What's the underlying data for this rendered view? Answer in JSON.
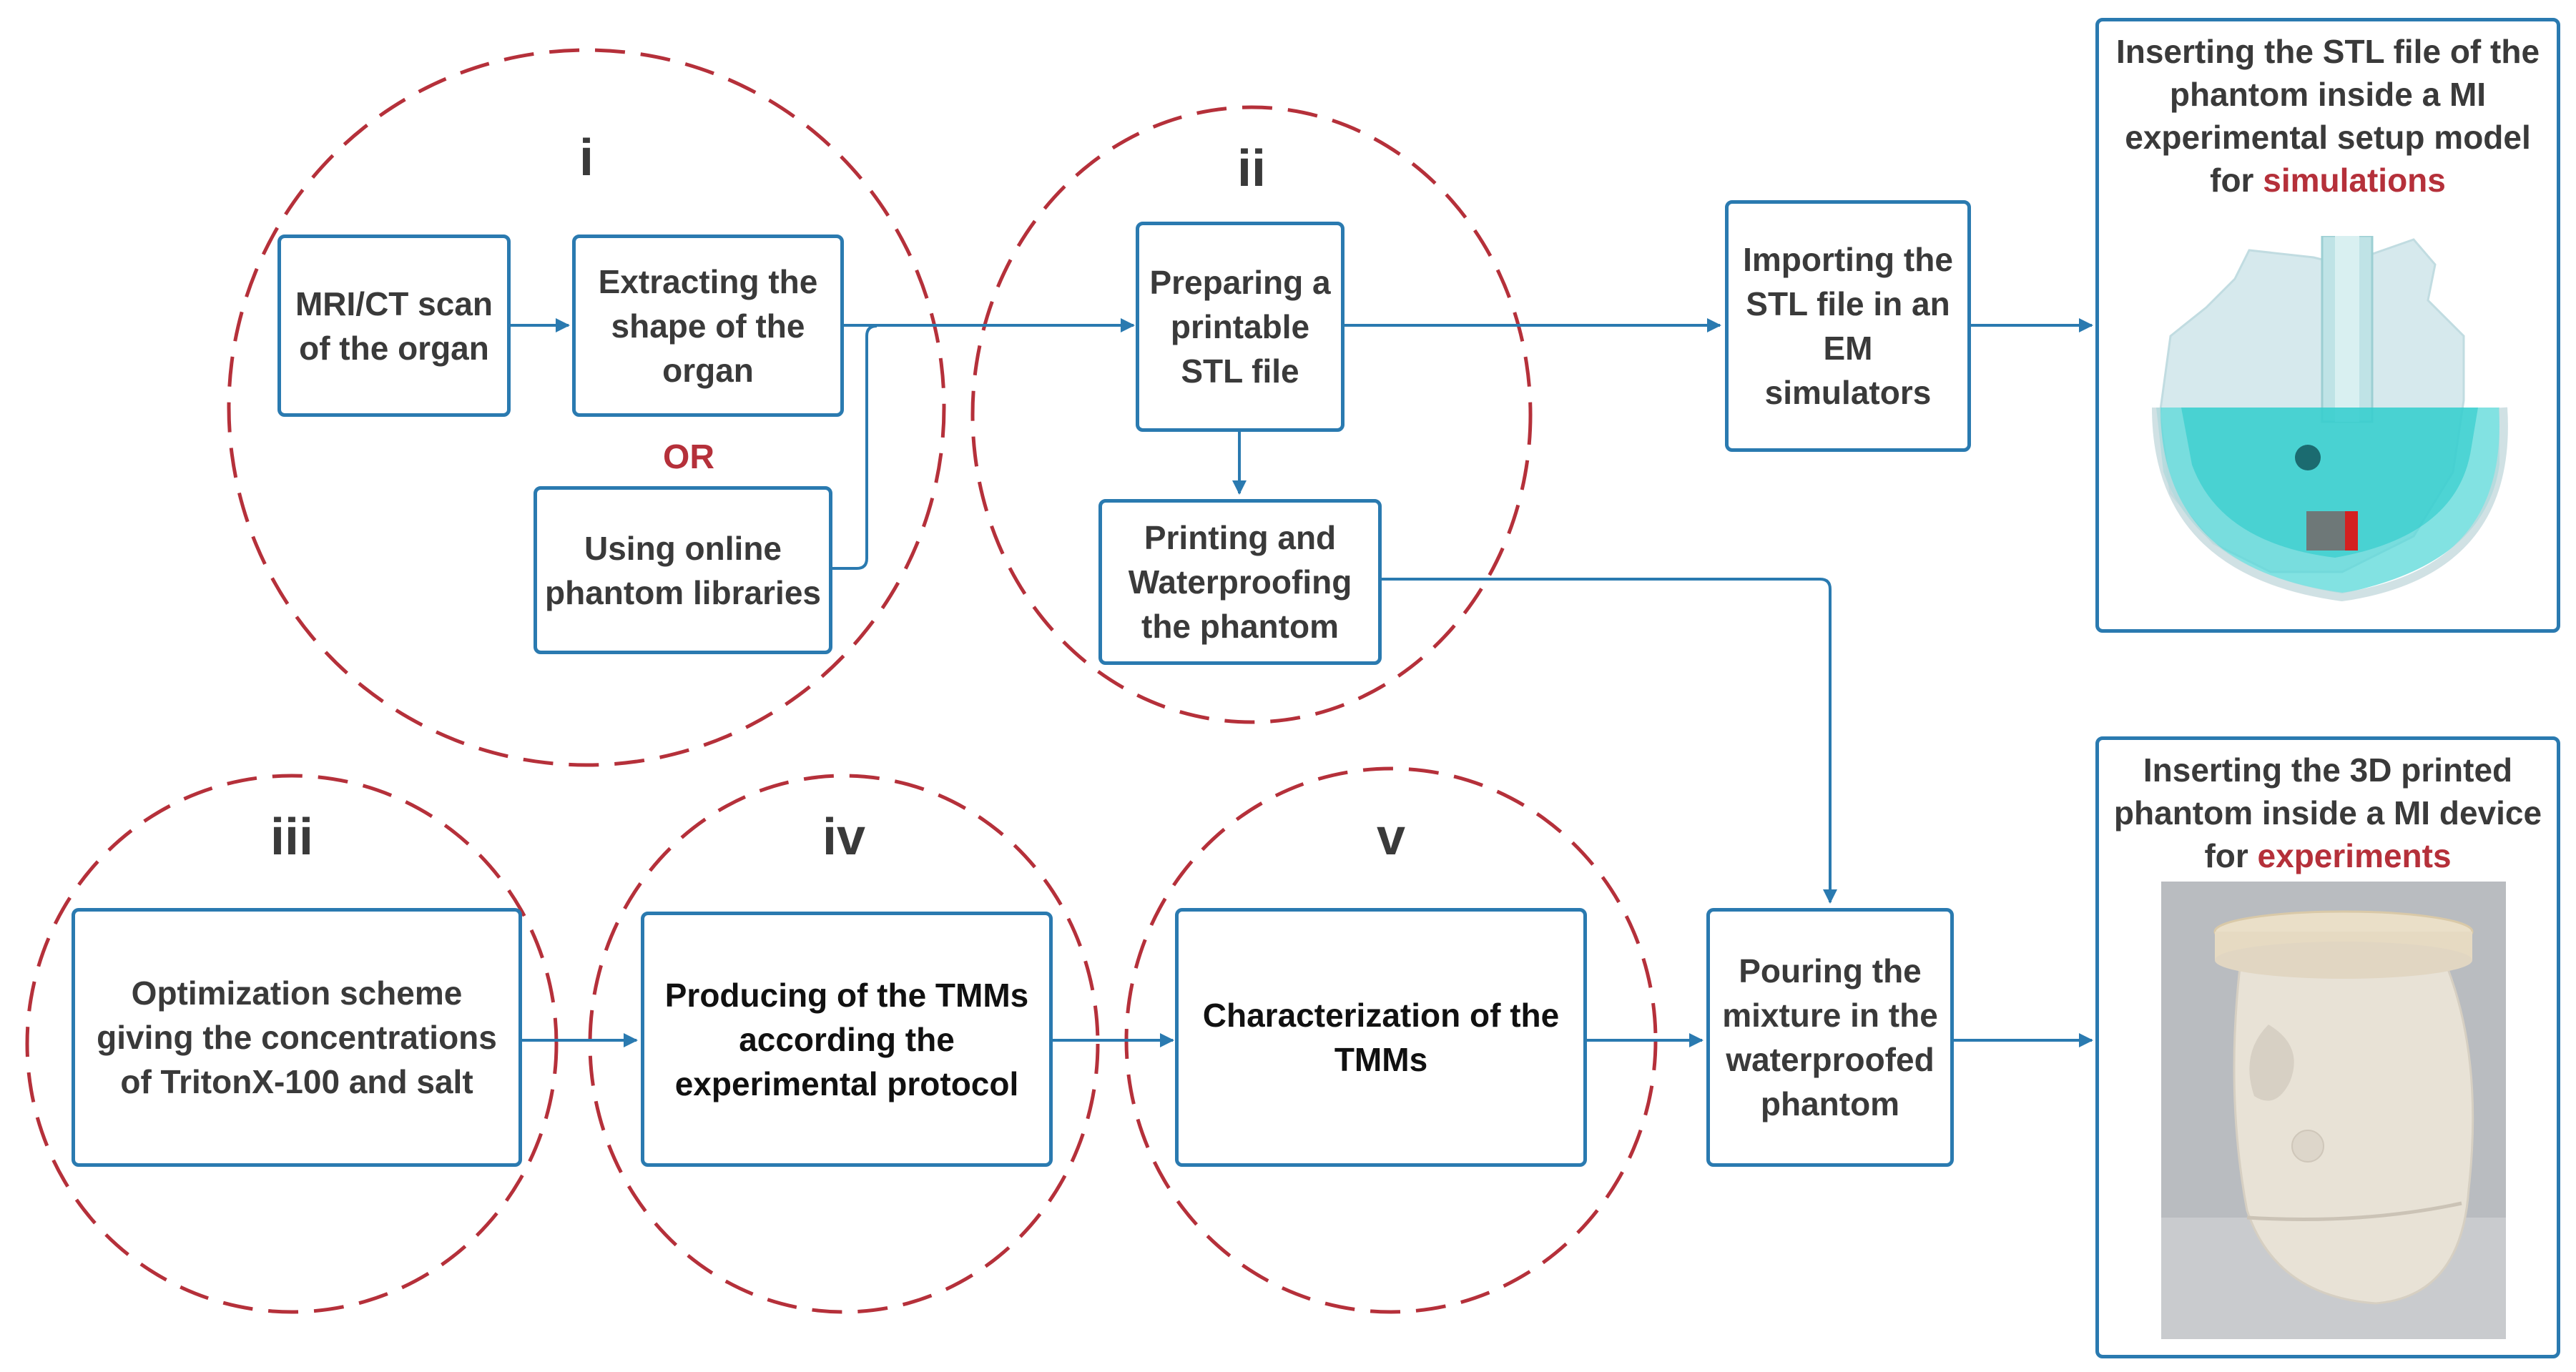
{
  "colors": {
    "accent": "#2a7ab0",
    "highlight": "#b5303a",
    "text": "#3a3a3a"
  },
  "stages": {
    "i": "i",
    "ii": "ii",
    "iii": "iii",
    "iv": "iv",
    "v": "v"
  },
  "boxes": {
    "mri": "MRI/CT scan of the organ",
    "extract": "Extracting the shape of the organ",
    "or": "OR",
    "online": "Using online phantom libraries",
    "stl": "Preparing a printable STL file",
    "printing": "Printing and Waterproofing the phantom",
    "import": "Importing the STL file in an EM simulators",
    "optimization": "Optimization scheme giving the concentrations of TritonX-100 and salt",
    "producing": "Producing of the TMMs according the experimental protocol",
    "characterization": "Characterization of the TMMs",
    "pouring": "Pouring the mixture in the waterproofed phantom"
  },
  "panels": {
    "sim": {
      "title_start": "Inserting the STL file of the phantom inside a MI experimental setup model for ",
      "title_highlight": "simulations"
    },
    "exp": {
      "title_start": "Inserting the 3D printed phantom inside a MI device for ",
      "title_highlight": "experiments"
    }
  }
}
